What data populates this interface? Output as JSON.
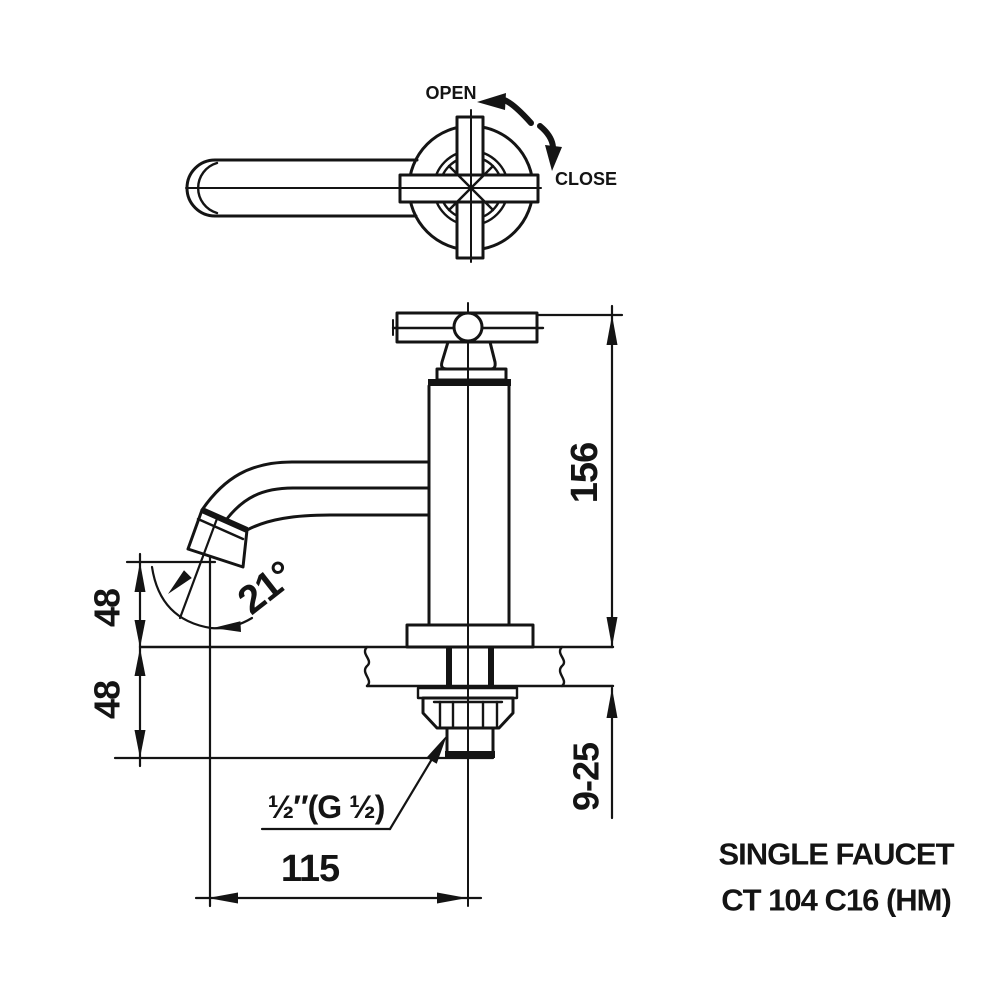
{
  "drawing": {
    "type": "technical-spec-drawing",
    "product": "single faucet with cross handle"
  },
  "top_view": {
    "open_label": "OPEN",
    "close_label": "CLOSE"
  },
  "dimensions": {
    "height_above_counter": "156",
    "spout_outlet_drop": "48",
    "below_counter_shank": "48",
    "counter_thickness_range": "9-25",
    "spout_reach": "115",
    "spout_angle": "21°",
    "thread_size": "½″(G ½)"
  },
  "footer": {
    "line1": "SINGLE FAUCET",
    "line2": "CT 104 C16 (HM)"
  },
  "colors": {
    "ink": "#141414",
    "background": "#ffffff"
  }
}
